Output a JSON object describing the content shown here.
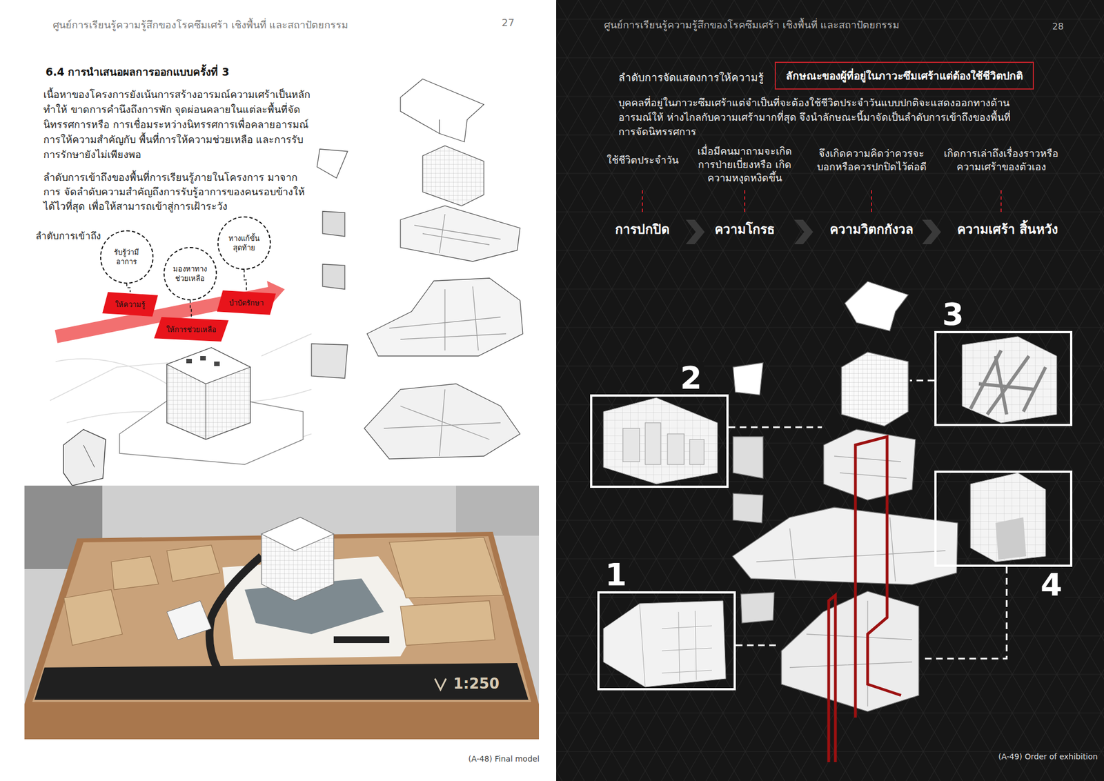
{
  "diagram": {
    "title": "6.4 การนำเสนอผลการออกแบบครั้งที่ 3",
    "nodes": [
      {
        "text": [
          "รับรู้ว่ามีอาการ"
        ]
      },
      {
        "text": [
          "มองหาทาง ช่วยเหลือ"
        ]
      },
      {
        "text": [
          "ทางแก้ขั้นสุดท้าย"
        ]
      },
      {
        "text": [
          "ให้ความรู้"
        ]
      },
      {
        "text": [
          "ให้การช่วยเหลือ"
        ]
      },
      {
        "text": [
          "บำบัดรักษา"
        ]
      },
      {
        "text": [
          "ลักษณะของผู้ที่อยู่ในภาวะซึมเศร้าแต่ต้องใช้ชีวิตปกติ"
        ]
      },
      {
        "text": [
          "1"
        ]
      },
      {
        "text": [
          "2"
        ]
      },
      {
        "text": [
          "3"
        ]
      },
      {
        "text": [
          "4"
        ]
      }
    ],
    "edges": [
      {
        "from": 0,
        "to": 3,
        "arrow": "none"
      },
      {
        "from": 1,
        "to": 4,
        "arrow": "none"
      },
      {
        "from": 2,
        "to": 5,
        "arrow": "none"
      }
    ],
    "labels": [
      "ศูนย์การเรียนรู้ความรู้สึกของโรคซึมเศร้า เชิงพื้นที่ และสถาปัตยกรรม",
      "27",
      "เนื้อหาของโครงการยังเน้นการสร้างอารมณ์ความเศร้าเป็นหลัก ทำให้ ขาดการคำนึงถึงการพัก จุดผ่อนคลายในแต่ละพื้นที่จัดนิทรรศการหรือ การเชื่อมระหว่างนิทรรศการเพื่อคลายอารมณ์ การให้ความสำคัญกับ พื้นที่การให้ความช่วยเหลือ และการรับการรักษายังไม่เพียงพอ",
      "ลำดับการเข้าถึงของพื้นที่การเรียนรู้ภายในโครงการ มาจากการ จัดลำดับความสำคัญถึงการรับรู้อาการของคนรอบข้างให้ได้ไวที่สุด เพื่อให้สามารถเข้าสู่การเฝ้าระวัง",
      "ลำดับการเข้าถึง",
      "1:250",
      "(A-48) Final model",
      "ศูนย์การเรียนรู้ความรู้สึกของโรคซึมเศร้า เชิงพื้นที่ และสถาปัตยกรรม",
      "28",
      "ลำดับการจัดแสดงการให้ความรู้",
      "บุคคลที่อยู่ในภาวะซึมเศร้าแต่จำเป็นที่จะต้องใช้ชีวิตประจำวันแบบปกติจะแสดงออกทางด้านอารมณ์ให้ ห่างไกลกับความเศร้ามากที่สุด จึงนำลักษณะนี้มาจัดเป็นลำดับการเข้าถึงของพื้นที่การจัดนิทรรศการ",
      "ใช้ชีวิตประจำวัน",
      "เมื่อมีคนมาถามจะเกิด การป่ายเบี่ยงหรือ เกิดความหงุดหงิดขึ้น",
      "จึงเกิดความคิดว่าควรจะ บอกหรือควรปกปิดไว้ต่อดี",
      "เกิดการเล่าถึงเรื่องราวหรือ ความเศร้าของตัวเอง",
      "การปกปิด",
      "ความโกรธ",
      "ความวิตกกังวล",
      "ความเศร้า สิ้นหวัง",
      "(A-49) Order of exhibition"
    ]
  }
}
